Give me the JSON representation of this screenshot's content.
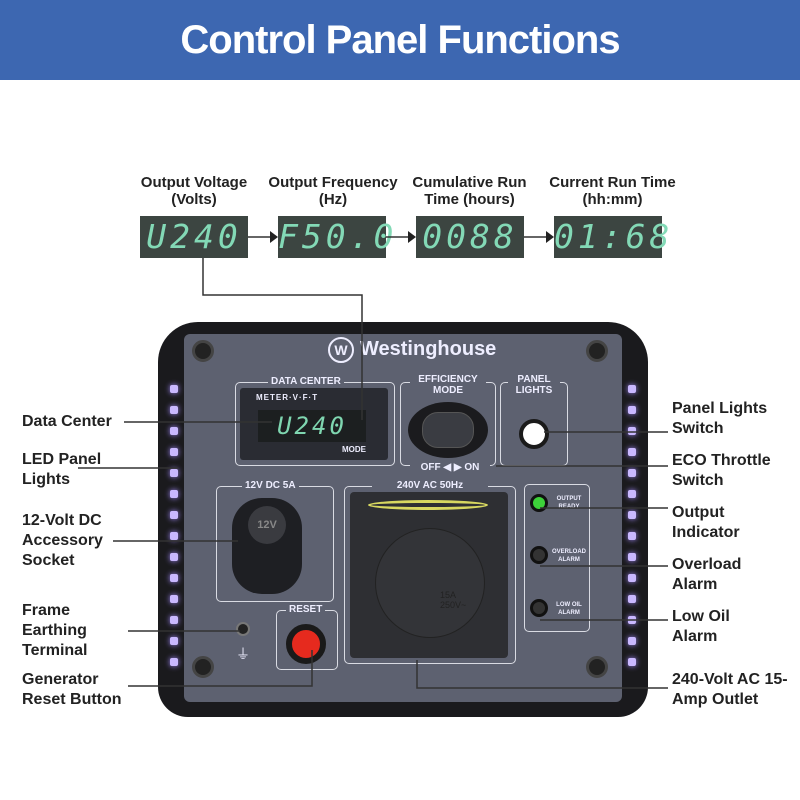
{
  "title": "Control Panel Functions",
  "display_sequence": [
    {
      "heading": "Output Voltage (Volts)",
      "reading": "U240"
    },
    {
      "heading": "Output Frequency (Hz)",
      "reading": "F50.0"
    },
    {
      "heading": "Cumulative Run Time (hours)",
      "reading": "0088"
    },
    {
      "heading": "Current Run Time (hh:mm)",
      "reading": "01:68"
    }
  ],
  "panel": {
    "brand": "Westinghouse",
    "data_center": "DATA CENTER",
    "meter_label": "METER·V·F·T",
    "meter_reading": "U240",
    "mode": "MODE",
    "efficiency_mode": "EFFICIENCY MODE",
    "off_on": "OFF ◀   ▶ ON",
    "panel_lights": "PANEL LIGHTS",
    "dc_label": "12V DC 5A",
    "dc_socket": "12V",
    "ac_label": "240V AC 50Hz",
    "outlet_rating": "15A 250V~",
    "reset": "RESET",
    "indicators": [
      "OUTPUT READY",
      "OVERLOAD ALARM",
      "LOW OIL ALARM"
    ]
  },
  "callouts_left": [
    "Data Center",
    "LED Panel Lights",
    "12-Volt DC Accessory Socket",
    "Frame Earthing Terminal",
    "Generator Reset Button"
  ],
  "callouts_right": [
    "Panel Lights Switch",
    "ECO Throttle Switch",
    "Output Indicator",
    "Overload Alarm",
    "Low Oil Alarm",
    "240-Volt AC 15-Amp Outlet"
  ],
  "colors": {
    "banner": "#3d67b1",
    "display_digits": "#83d9b6",
    "panel": "#5d6170",
    "led": "#c9b8ff"
  }
}
